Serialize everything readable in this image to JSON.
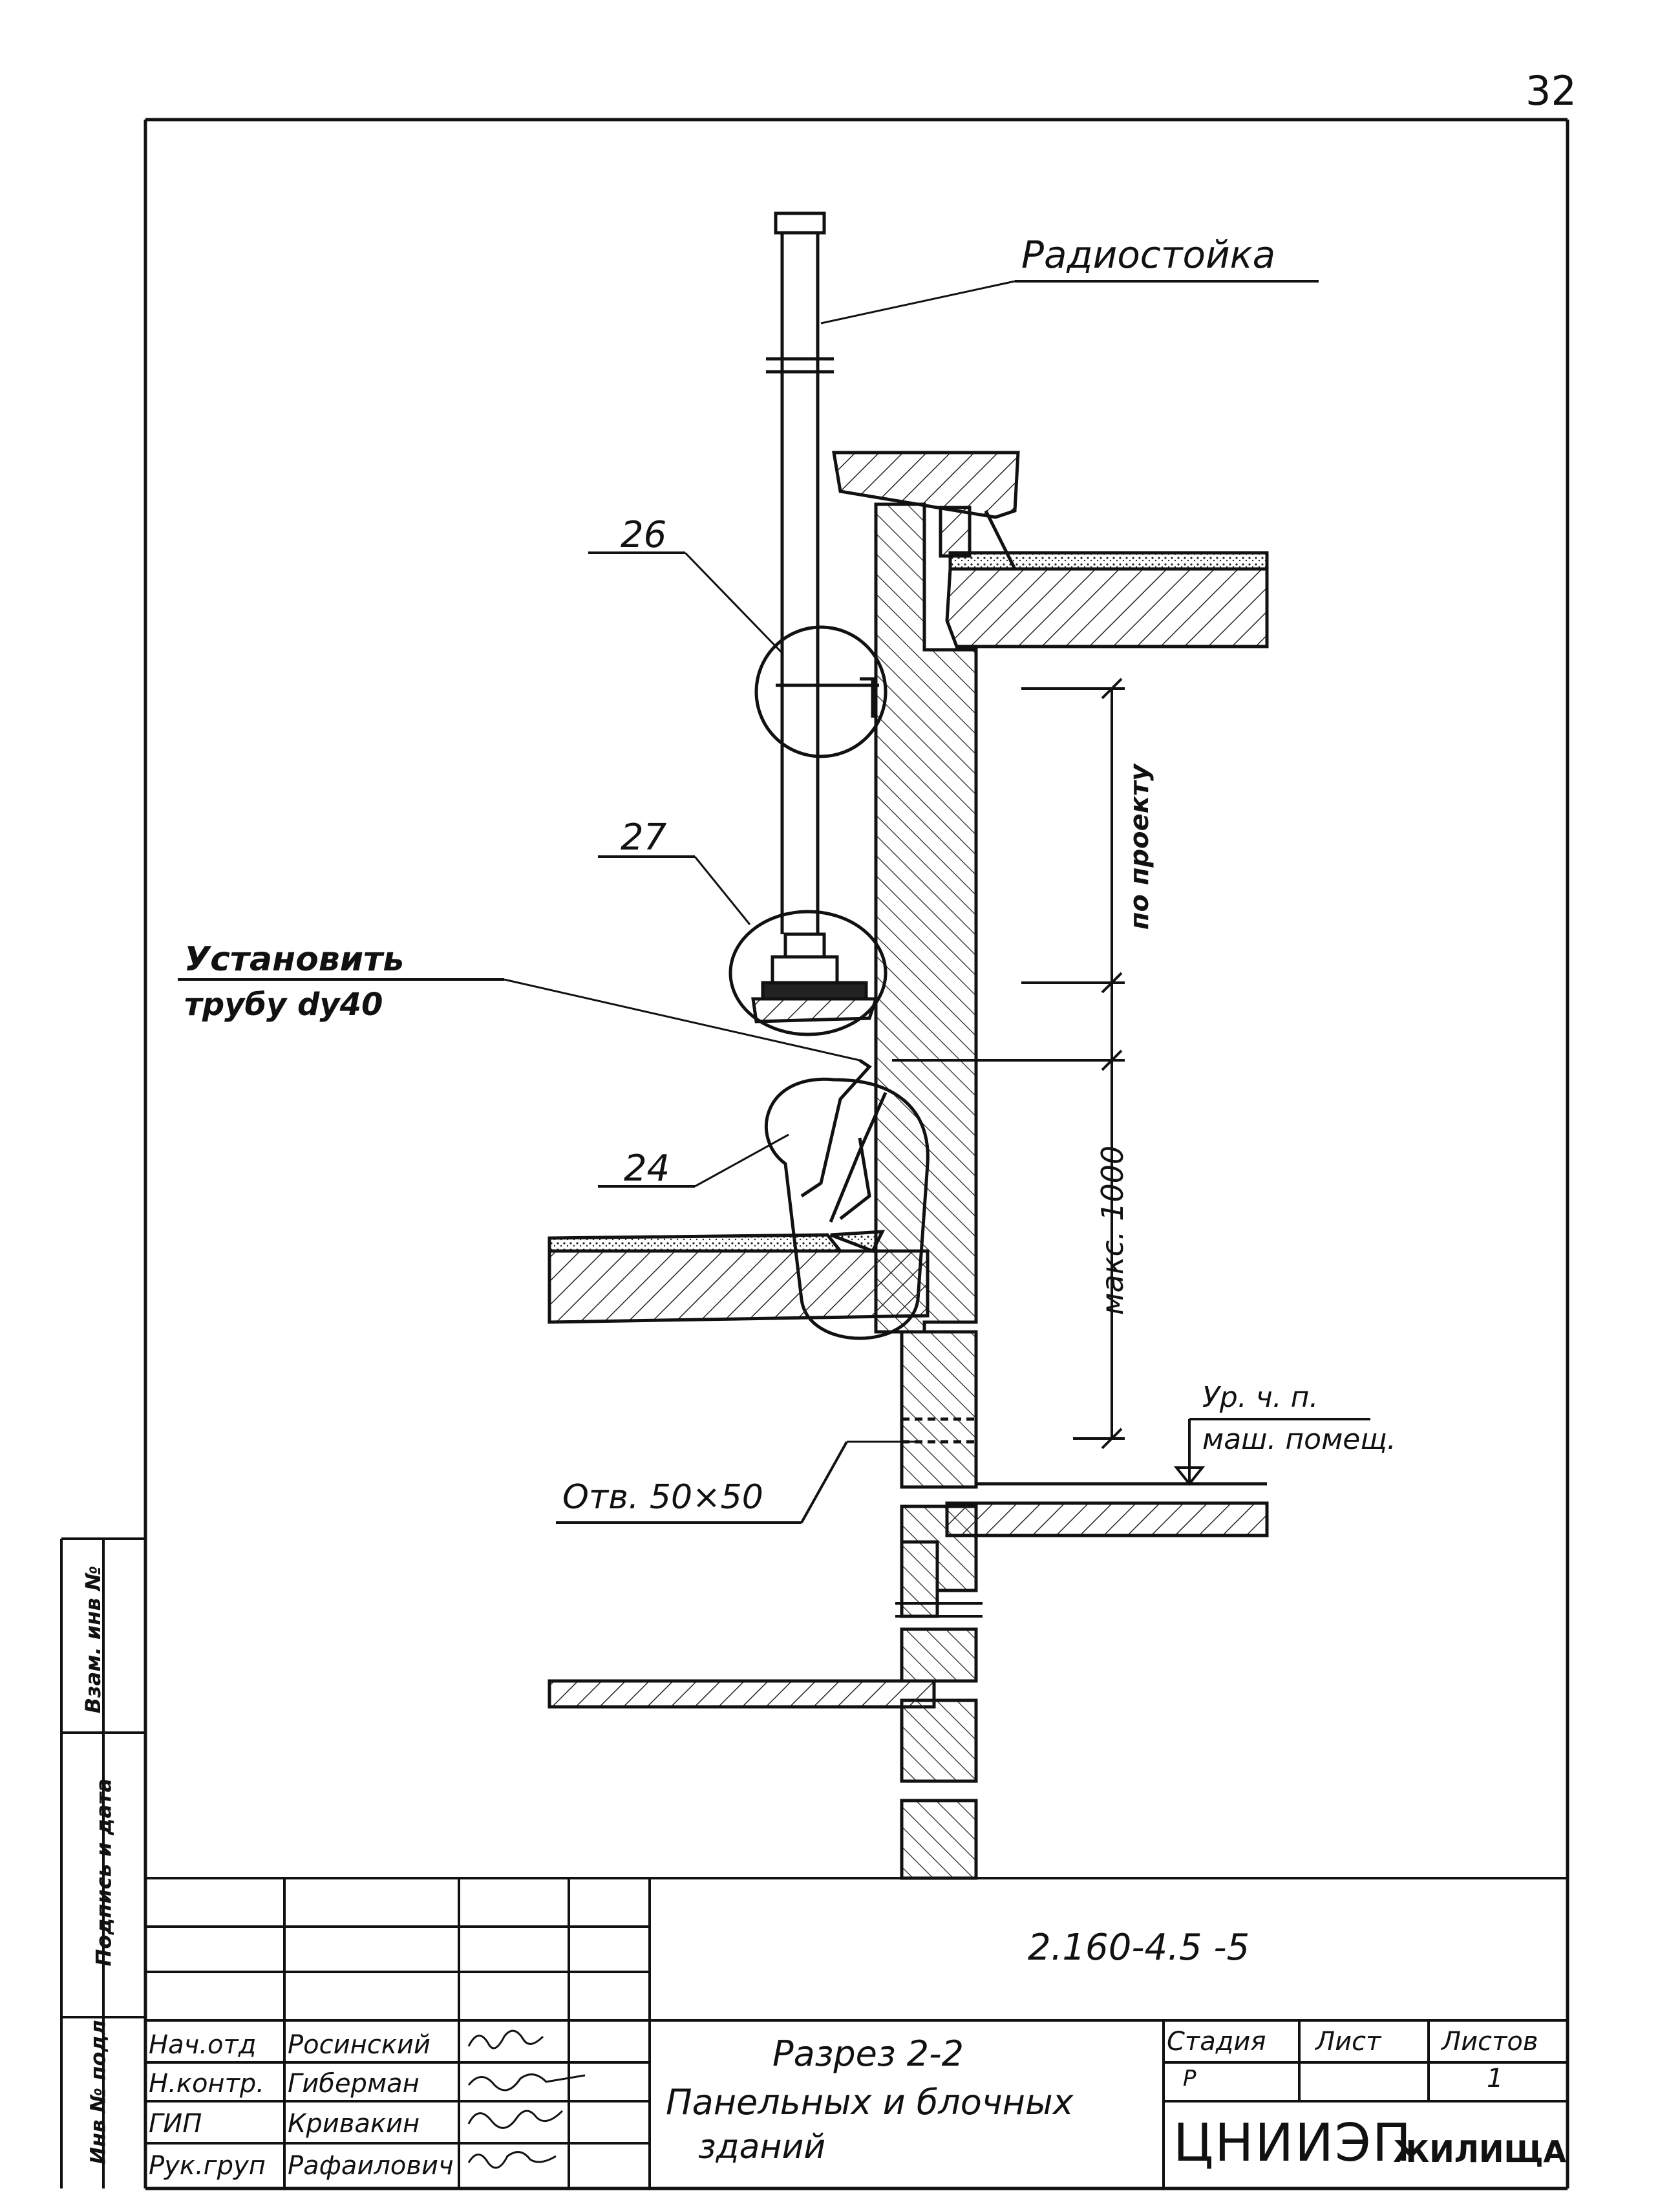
{
  "page_number": "32",
  "labels": {
    "radio_mast": "Радиостойка",
    "node_26": "26",
    "node_27": "27",
    "node_24": "24",
    "install_line1": "Установить",
    "install_line2": "трубу dу40",
    "per_project": "по проекту",
    "max_1000": "макс. 1000",
    "opening": "Отв. 50×50",
    "floor_level_1": "Ур. ч. п.",
    "floor_level_2": "маш. помещ."
  },
  "side_stamp": {
    "inv_no_orig": "Инв № подл",
    "signature_date": "Подпись и дата",
    "replaces_inv": "Взам. инв №"
  },
  "title_block": {
    "doc_code": "2.160-4.5 -5",
    "title_line1": "Разрез 2-2",
    "title_line2": "Панельных и блочных",
    "title_line3": "зданий",
    "org_prefix": "ЦНИИЭП",
    "org_suffix": "ЖИЛИЩА",
    "stage_header": "Стадия",
    "sheet_header": "Лист",
    "sheets_header": "Листов",
    "stage_value": "Р",
    "sheet_value": "",
    "sheets_value": "1",
    "staff": [
      {
        "role": "Нач.отд",
        "name": "Росинский"
      },
      {
        "role": "Н.контр.",
        "name": "Гиберман"
      },
      {
        "role": "ГИП",
        "name": "Кривакин"
      },
      {
        "role": "Рук.груп",
        "name": "Рафаилович"
      }
    ]
  }
}
